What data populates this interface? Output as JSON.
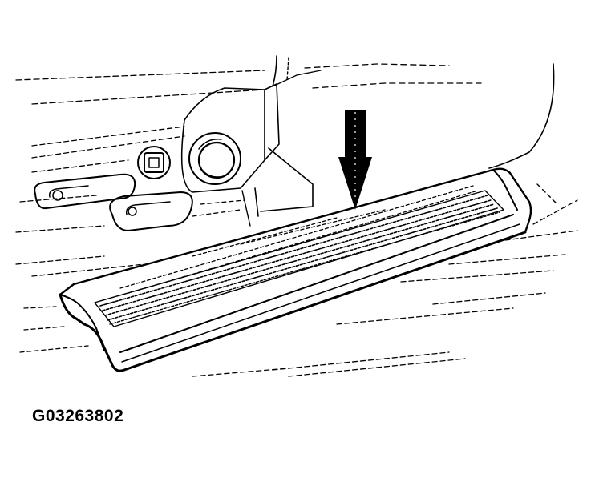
{
  "figure": {
    "id": "G03263802"
  },
  "illustration": {
    "subject": "door-sill-scuff-plate",
    "callout": "down-arrow",
    "ink_color": "#000000",
    "paper_color": "#ffffff"
  }
}
